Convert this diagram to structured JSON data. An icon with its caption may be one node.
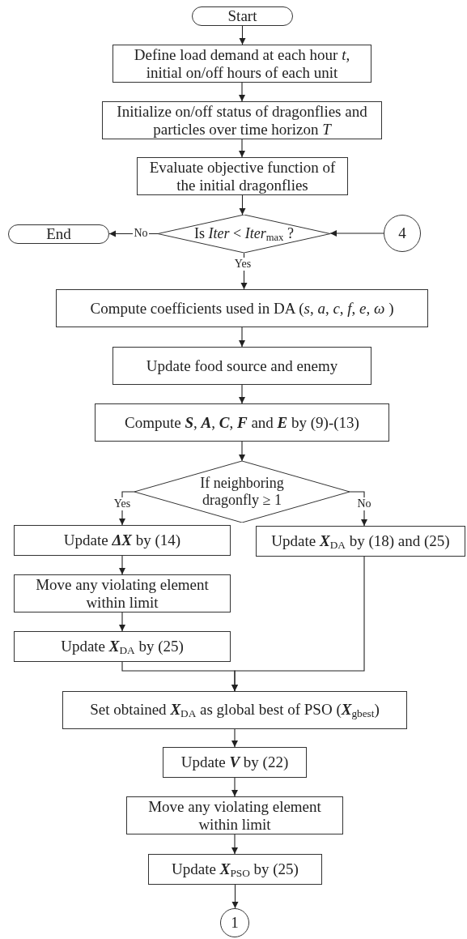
{
  "diagram": {
    "nodes": [
      {
        "text": [
          "Start"
        ]
      },
      {
        "text": [
          "Define load demand at each hour *t*, initial on/off hours of each unit"
        ]
      },
      {
        "text": [
          "Initialize on/off status of dragonflies and particles over time horizon *T*"
        ]
      },
      {
        "text": [
          "Evaluate objective function of the initial dragonflies"
        ]
      },
      {
        "text": [
          "Is *Iter* < *Iter*$_{max}$ ?"
        ]
      },
      {
        "text": [
          "End"
        ]
      },
      {
        "text": [
          "4"
        ]
      },
      {
        "text": [
          "Compute coefficients used in DA (*s*, *a*, *c*, *f*, *e*, *ω* )"
        ]
      },
      {
        "text": [
          "Update food source and enemy"
        ]
      },
      {
        "text": [
          "Compute **S**, **A**, **C**, **F** and **E** by (9)-(13)"
        ]
      },
      {
        "text": [
          "If neighboring dragonfly ≥ 1"
        ]
      },
      {
        "text": [
          "Update **ΔX** by (14)"
        ]
      },
      {
        "text": [
          "Move any violating element within limit"
        ]
      },
      {
        "text": [
          "Update **X**$_{DA}$ by (25)"
        ]
      },
      {
        "text": [
          "Update **X**$_{DA}$ by (18) and (25)"
        ]
      },
      {
        "text": [
          "Set obtained **X**$_{DA}$ as global best of PSO (**X**$_{gbest}$)"
        ]
      },
      {
        "text": [
          "Update **V** by (22)"
        ]
      },
      {
        "text": [
          "Move any violating element within limit"
        ]
      },
      {
        "text": [
          "Update **X**$_{PSO}$ by (25)"
        ]
      },
      {
        "text": [
          "1"
        ]
      }
    ],
    "edges": [
      {
        "from": 0,
        "to": 1,
        "arrow": "to"
      },
      {
        "from": 1,
        "to": 2,
        "arrow": "to"
      },
      {
        "from": 2,
        "to": 3,
        "arrow": "to"
      },
      {
        "from": 3,
        "to": 4,
        "arrow": "to"
      },
      {
        "from": 4,
        "to": 5,
        "arrow": "to",
        "label": "No"
      },
      {
        "from": 6,
        "to": 4,
        "arrow": "to"
      },
      {
        "from": 4,
        "to": 7,
        "arrow": "to",
        "label": "Yes"
      },
      {
        "from": 7,
        "to": 8,
        "arrow": "to"
      },
      {
        "from": 8,
        "to": 9,
        "arrow": "to"
      },
      {
        "from": 9,
        "to": 10,
        "arrow": "to"
      },
      {
        "from": 10,
        "to": 11,
        "arrow": "to",
        "label": "Yes"
      },
      {
        "from": 10,
        "to": 14,
        "arrow": "to",
        "label": "No"
      },
      {
        "from": 11,
        "to": 12,
        "arrow": "to"
      },
      {
        "from": 12,
        "to": 13,
        "arrow": "to"
      },
      {
        "from": 13,
        "to": 15,
        "arrow": "to"
      },
      {
        "from": 14,
        "to": 15,
        "arrow": "to"
      },
      {
        "from": 15,
        "to": 16,
        "arrow": "to"
      },
      {
        "from": 16,
        "to": 17,
        "arrow": "to"
      },
      {
        "from": 17,
        "to": 18,
        "arrow": "to"
      },
      {
        "from": 18,
        "to": 19,
        "arrow": "to"
      }
    ]
  }
}
